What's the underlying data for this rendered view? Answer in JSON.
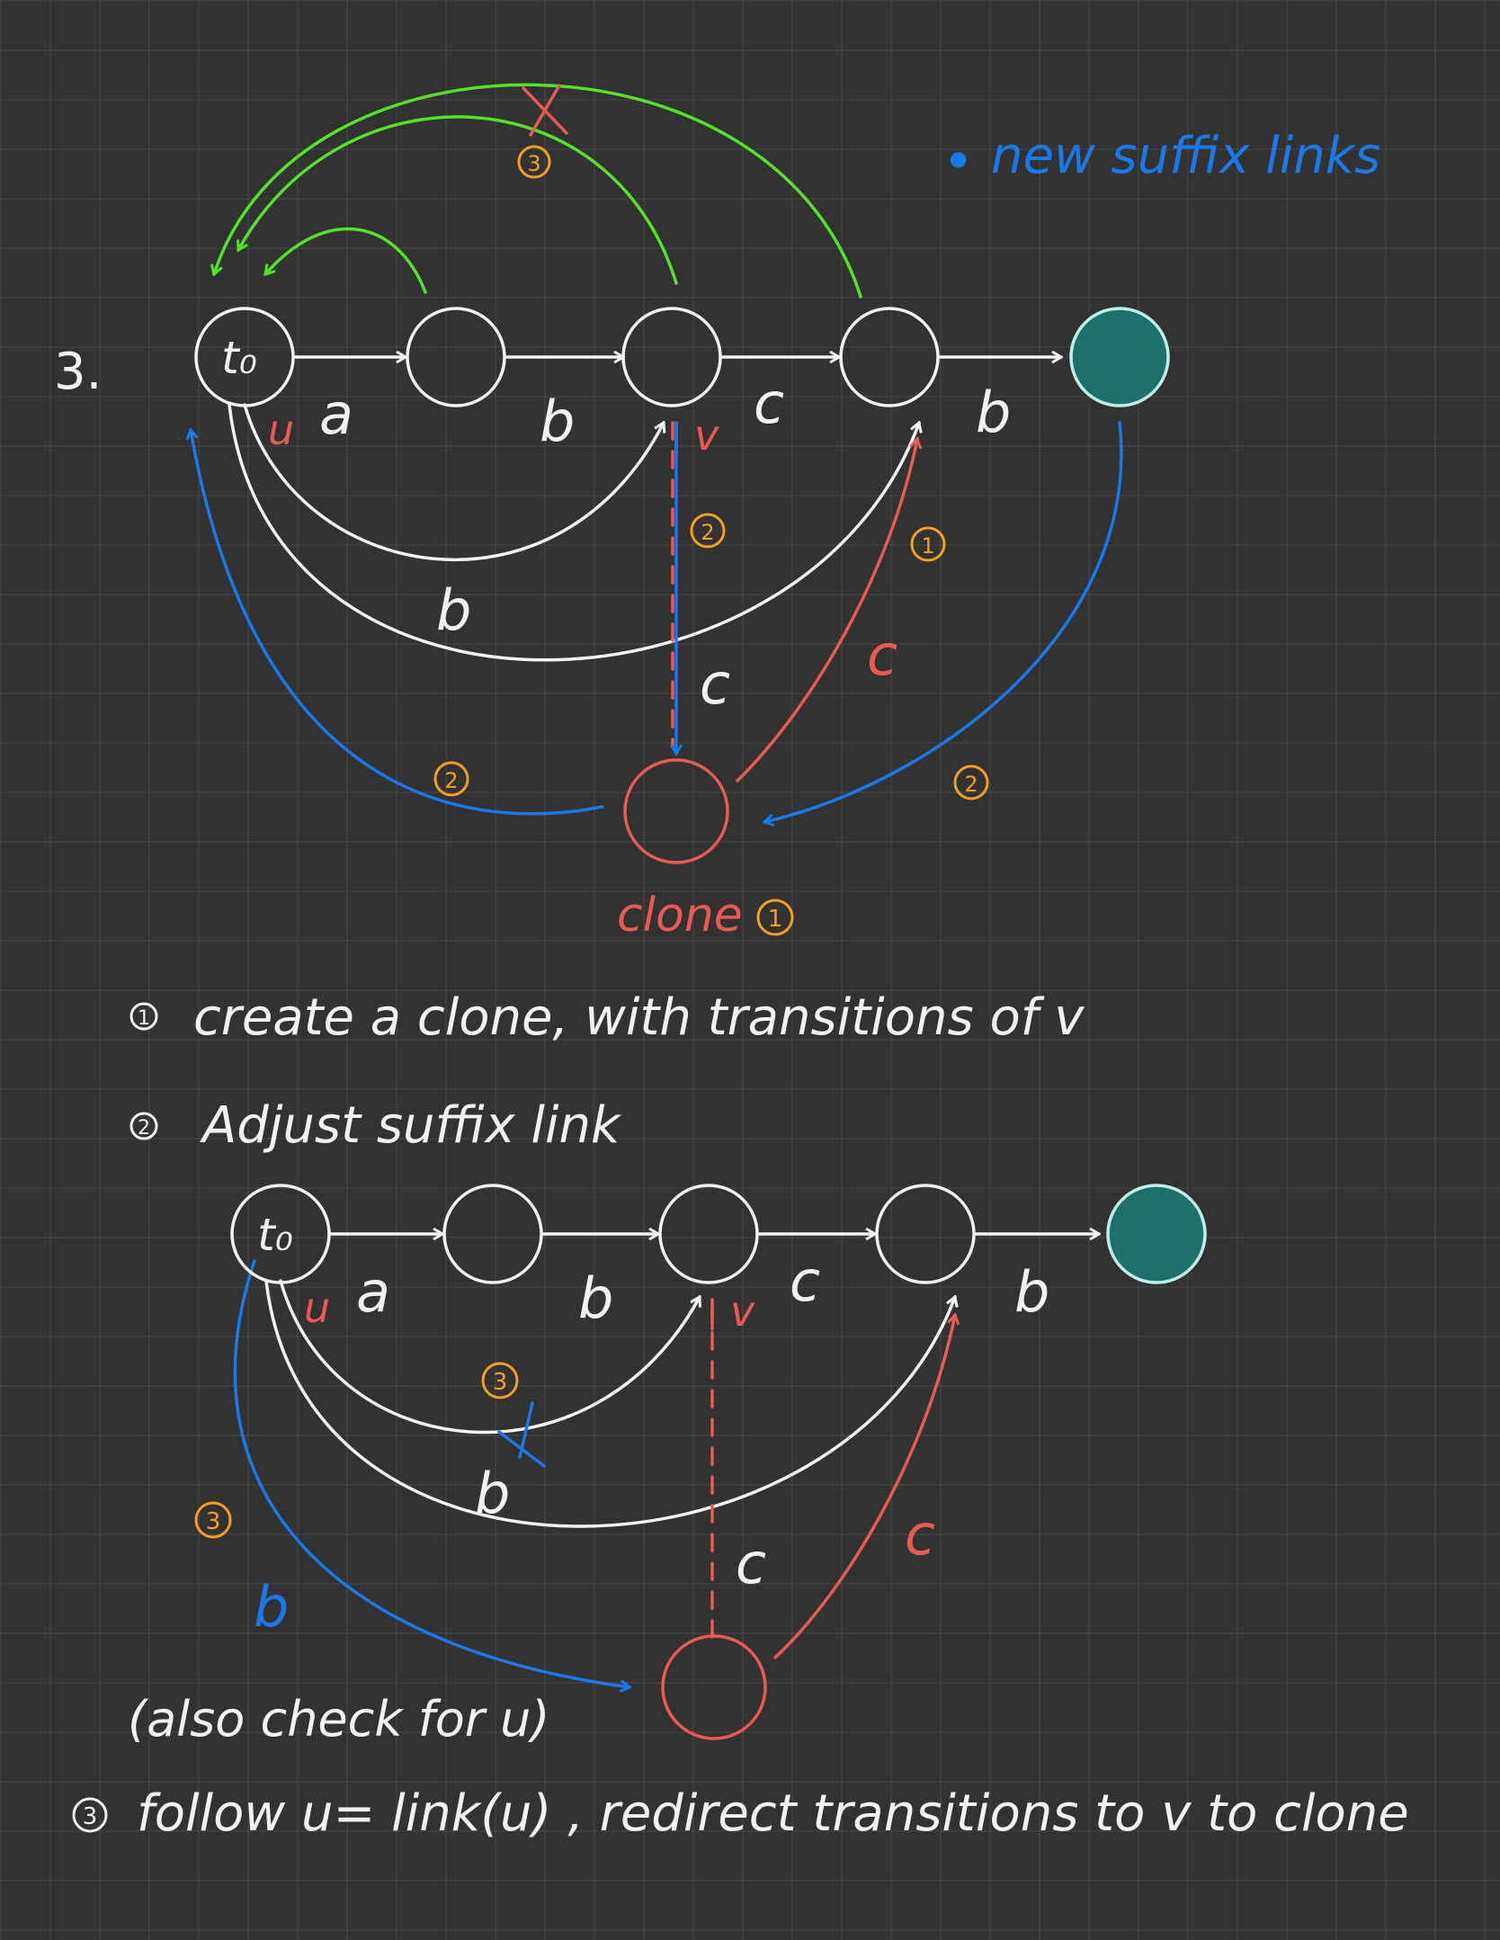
{
  "step_number": "3.",
  "legend": {
    "bullet": "•",
    "text": "new suffix links"
  },
  "initial_state": "t₀",
  "edge_labels": {
    "a": "a",
    "b": "b",
    "c": "c"
  },
  "pointer_labels": {
    "u": "u",
    "v": "v"
  },
  "clone_label": "clone",
  "step_markers": {
    "one": "1",
    "two": "2",
    "three": "3"
  },
  "cross_mark": "X",
  "steps": [
    {
      "marker": "1",
      "text": "create a clone, with transitions of v"
    },
    {
      "marker": "2",
      "text": "Adjust suffix link"
    },
    {
      "marker": "3",
      "text": "follow u= link(u) , redirect transitions to v to clone"
    }
  ],
  "note": "(also check for u)",
  "colors": {
    "background": "#323232",
    "white": "#f2f2f2",
    "red": "#e85a55",
    "orange": "#f0a024",
    "blue": "#1a78e8",
    "green": "#55e02a",
    "final_fill": "#1f6f6b",
    "final_stroke": "#bff0e8"
  }
}
